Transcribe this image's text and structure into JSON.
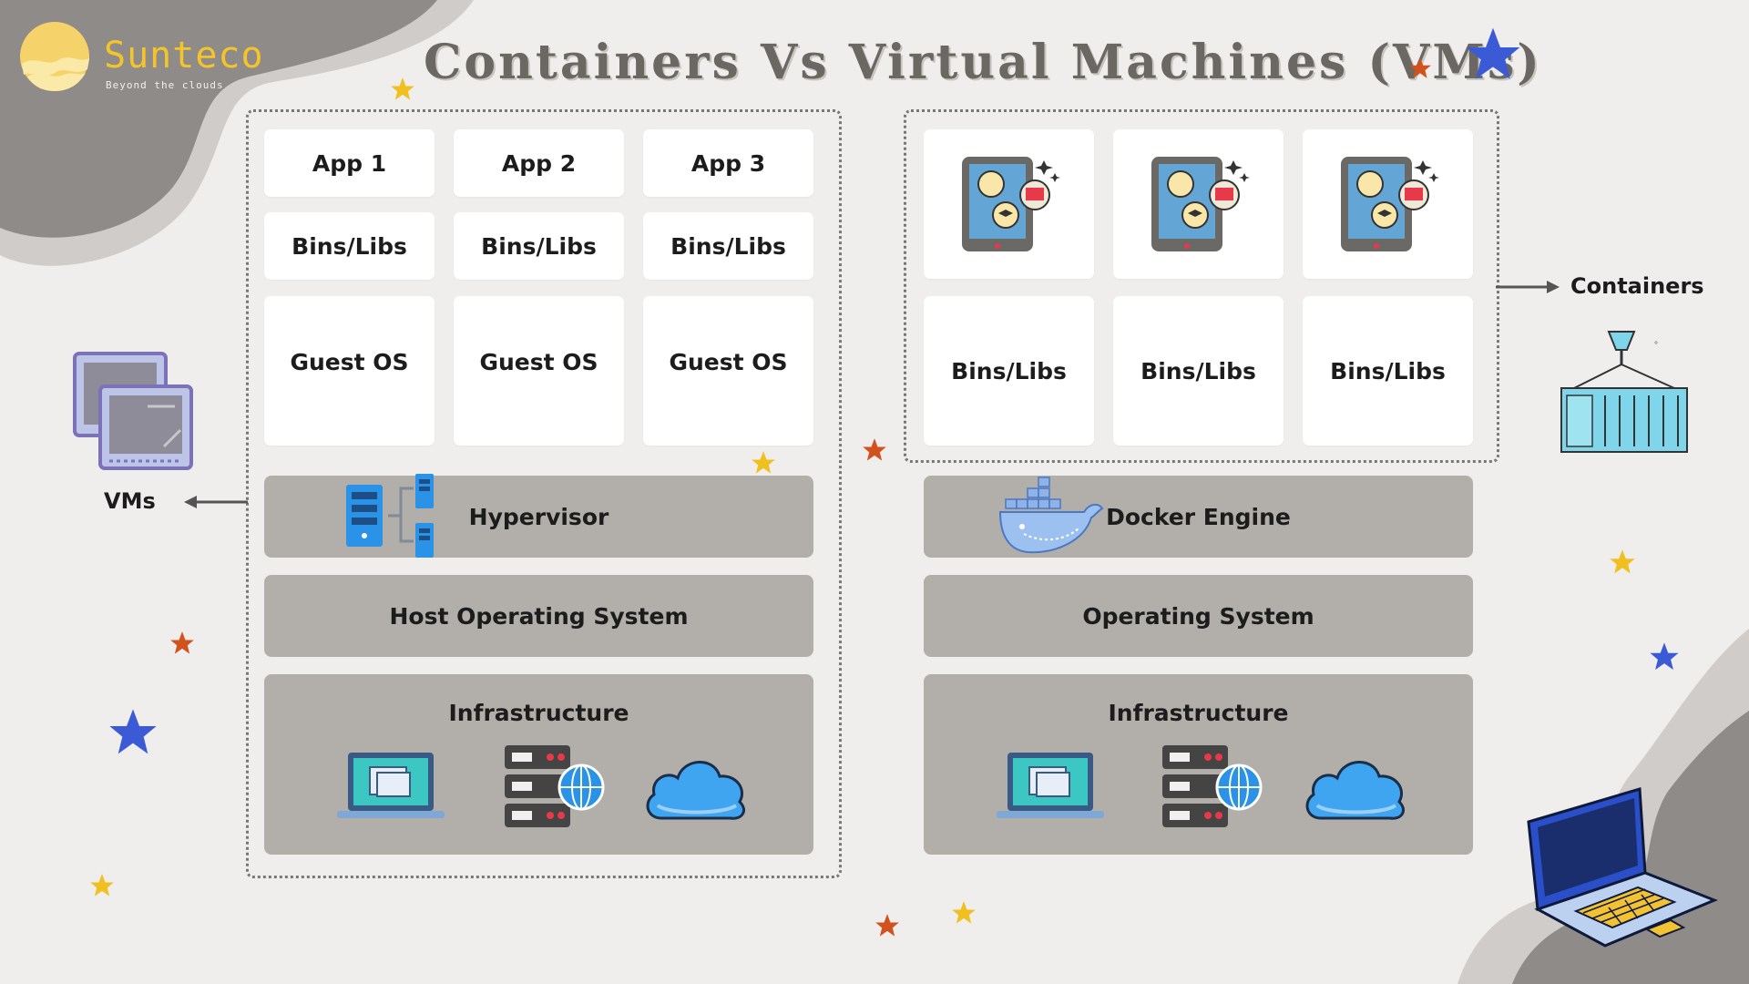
{
  "title": "Containers Vs Virtual Machines (VMs)",
  "logo": {
    "name": "Sunteco",
    "tagline": "Beyond the clouds"
  },
  "vm_stack": {
    "apps": [
      "App 1",
      "App 2",
      "App 3"
    ],
    "bins": [
      "Bins/Libs",
      "Bins/Libs",
      "Bins/Libs"
    ],
    "guest_os": [
      "Guest OS",
      "Guest OS",
      "Guest OS"
    ],
    "hypervisor": "Hypervisor",
    "host_os": "Host Operating System",
    "infrastructure": "Infrastructure"
  },
  "container_stack": {
    "bins": [
      "Bins/Libs",
      "Bins/Libs",
      "Bins/Libs"
    ],
    "engine": "Docker Engine",
    "os": "Operating System",
    "infrastructure": "Infrastructure"
  },
  "side_labels": {
    "vms": "VMs",
    "containers": "Containers"
  },
  "icons": [
    "vm-monitors-icon",
    "server-network-icon",
    "docker-whale-icon",
    "laptop-icon",
    "server-globe-icon",
    "cloud-icon",
    "tablet-app-icon",
    "cargo-container-icon",
    "star-icon",
    "big-laptop-icon"
  ],
  "colors": {
    "bar": "#b2aeaa",
    "card": "#ffffff",
    "background": "#efeeed",
    "logo": "#f3c52a",
    "star_blue": "#3b5bd6",
    "star_yellow": "#f0c020",
    "star_orange": "#d2521e"
  }
}
